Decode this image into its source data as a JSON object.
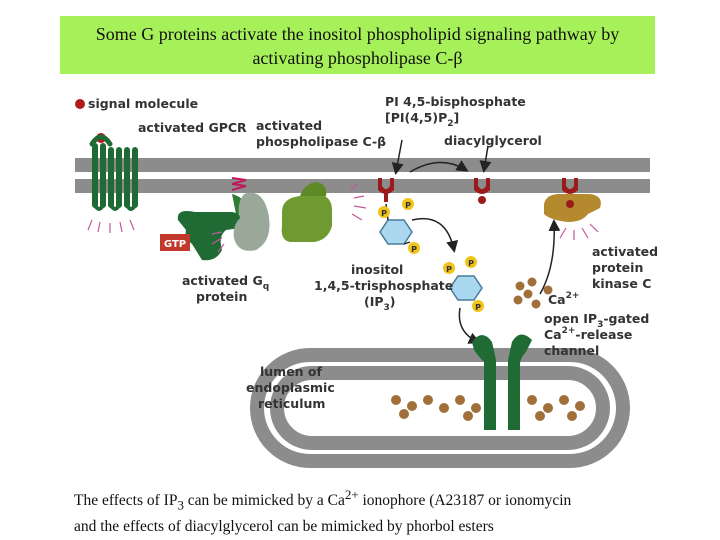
{
  "title": {
    "line1": "Some G proteins activate the inositol phospholipid signaling pathway by",
    "line2": "activating phospholipase C-β"
  },
  "labels": {
    "signal_molecule": "signal molecule",
    "activated_gpcr": "activated GPCR",
    "activated_plc_1": "activated",
    "activated_plc_2": "phospholipase C-β",
    "pip2_1": "PI 4,5-bisphosphate",
    "pip2_2": "[PI(4,5)P",
    "pip2_sub": "2",
    "pip2_end": "]",
    "dag": "diacylglycerol",
    "gtp": "GTP",
    "gq_1": "activated G",
    "gq_sub": "q",
    "gq_2": "protein",
    "ip3_1": "inositol",
    "ip3_2": "1,4,5-trisphosphate",
    "ip3_3": "(IP",
    "ip3_sub": "3",
    "ip3_end": ")",
    "pkc_1": "activated",
    "pkc_2": "protein",
    "pkc_3": "kinase C",
    "ca": "Ca",
    "ca_sup": "2+",
    "channel_1": "open IP",
    "channel_1_sub": "3",
    "channel_1_end": "-gated",
    "channel_2": "Ca",
    "channel_2_sup": "2+",
    "channel_2_end": "-release",
    "channel_3": "channel",
    "er_1": "lumen of",
    "er_2": "endoplasmic",
    "er_3": "reticulum",
    "p": "P"
  },
  "caption": {
    "line1_a": "The effects of IP",
    "line1_sub": "3",
    "line1_b": " can be mimicked by a Ca",
    "line1_sup": "2+",
    "line1_c": " ionophore (A23187 or ionomycin",
    "line2": "and the effects of diacylglycerol can be mimicked by phorbol esters"
  },
  "colors": {
    "title_bg": "#a6f05a",
    "membrane": "#8c8c8c",
    "receptor": "#1f6b33",
    "plc": "#6f9a32",
    "lipid_head": "#9b1b1b",
    "pkc": "#b58a2e",
    "calcium": "#a0703a",
    "inositol": "#a9d8f0",
    "phosphate": "#f0c419",
    "gtp": "#c0392b"
  }
}
